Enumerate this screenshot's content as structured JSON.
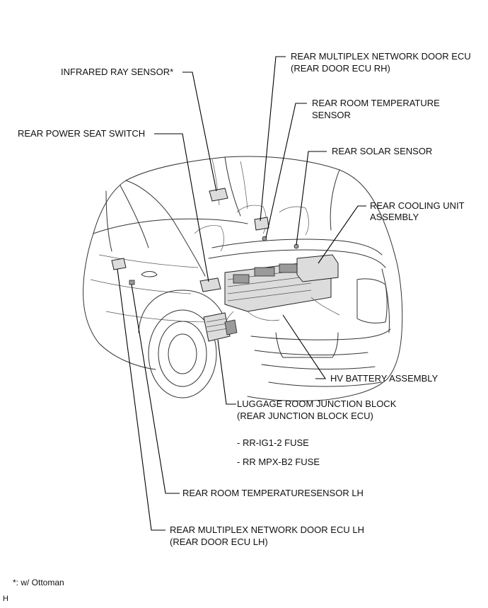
{
  "labels": {
    "infrared_ray_sensor": "INFRARED RAY SENSOR*",
    "rear_power_seat_switch": "REAR POWER SEAT SWITCH",
    "rear_mpx_door_ecu_rh_1": "REAR MULTIPLEX NETWORK DOOR ECU",
    "rear_mpx_door_ecu_rh_2": "(REAR DOOR ECU RH)",
    "rear_room_temp_sensor_1": "REAR ROOM TEMPERATURE",
    "rear_room_temp_sensor_2": "SENSOR",
    "rear_solar_sensor": "REAR SOLAR SENSOR",
    "rear_cooling_unit_1": "REAR COOLING UNIT",
    "rear_cooling_unit_2": "ASSEMBLY",
    "hv_battery_assembly": "HV BATTERY ASSEMBLY",
    "luggage_junction_block_1": "LUGGAGE ROOM JUNCTION BLOCK",
    "luggage_junction_block_2": "(REAR JUNCTION BLOCK ECU)",
    "fuse_rr_ig1_2": "- RR-IG1-2 FUSE",
    "fuse_rr_mpx_b2": "- RR MPX-B2 FUSE",
    "rear_room_temp_sensor_lh": "REAR ROOM TEMPERATURESENSOR LH",
    "rear_mpx_door_ecu_lh_1": "REAR MULTIPLEX NETWORK DOOR ECU LH",
    "rear_mpx_door_ecu_lh_2": "(REAR DOOR ECU LH)"
  },
  "footnote": "*: w/ Ottoman",
  "corner_mark": "H"
}
